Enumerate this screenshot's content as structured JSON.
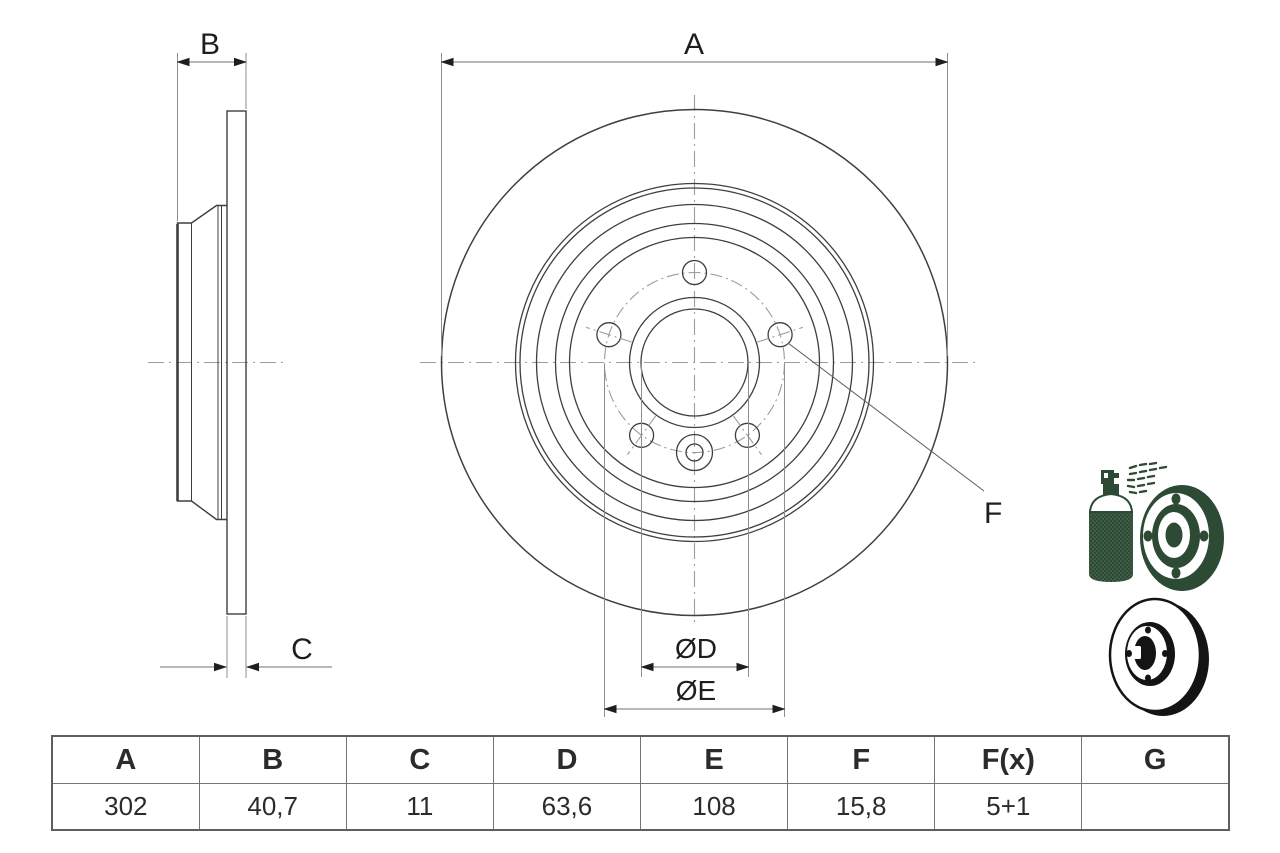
{
  "drawing": {
    "dim_labels": {
      "A": "A",
      "B": "B",
      "C": "C",
      "F": "F",
      "OD": "ØD",
      "OE": "ØE"
    }
  },
  "table": {
    "headers": [
      "A",
      "B",
      "C",
      "D",
      "E",
      "F",
      "F(x)",
      "G"
    ],
    "values": [
      "302",
      "40,7",
      "11",
      "63,6",
      "108",
      "15,8",
      "5+1",
      ""
    ]
  },
  "icons": {
    "coating_spray_icon": "spray-can-coated-disc",
    "solid_disc_icon": "solid-brake-disc",
    "coating_color": "#2d4a34",
    "coating_color_light": "#5a7a62",
    "disc_color": "#141414"
  },
  "colors": {
    "line": "#3f3f3f",
    "dimension": "#8e8e8e",
    "centerline": "#9c9c9c",
    "text": "#1e1e1e",
    "table_border": "#5f5f5f"
  }
}
